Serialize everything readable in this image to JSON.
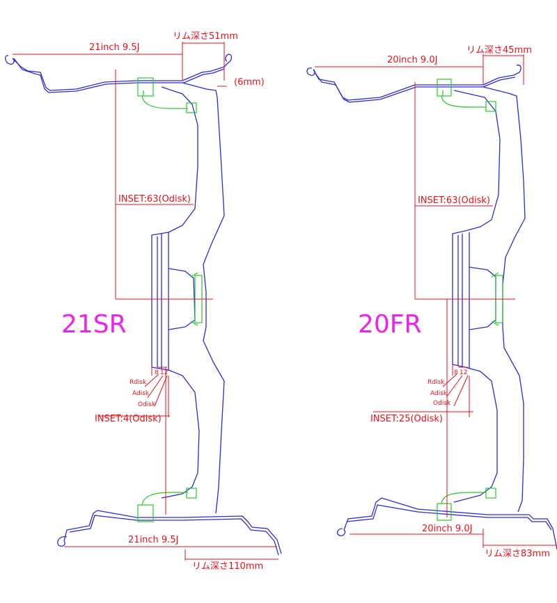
{
  "colors": {
    "profile": "#2a2ad8",
    "dimension": "#e8101a",
    "hub": "#22cc22",
    "wheel_label": "#ee22ee"
  },
  "left_wheel": {
    "name": "21SR",
    "rim_width_top": "21inch 9.5J",
    "rim_depth_top": "リム深さ51mm",
    "offset_note": "(6mm)",
    "inset_outer": "INSET:63(Odisk)",
    "rdisk": "Rdisk",
    "adisk": "Adisk",
    "odisk": "Odisk",
    "gap_a": "8",
    "gap_b": "12",
    "inset_inner": "INSET:4(Odisk)",
    "rim_width_bottom": "21inch 9.5J",
    "rim_depth_bottom": "リム深さ110mm"
  },
  "right_wheel": {
    "name": "20FR",
    "rim_width_top": "20inch 9.0J",
    "rim_depth_top": "リム深さ45mm",
    "inset_outer": "INSET:63(Odisk)",
    "rdisk": "Rdisk",
    "adisk": "Adisk",
    "odisk": "Odisk",
    "gap_a": "8",
    "gap_b": "12",
    "inset_inner": "INSET:25(Odisk)",
    "rim_width_bottom": "20inch 9.0J",
    "rim_depth_bottom": "リム深さ83mm"
  }
}
